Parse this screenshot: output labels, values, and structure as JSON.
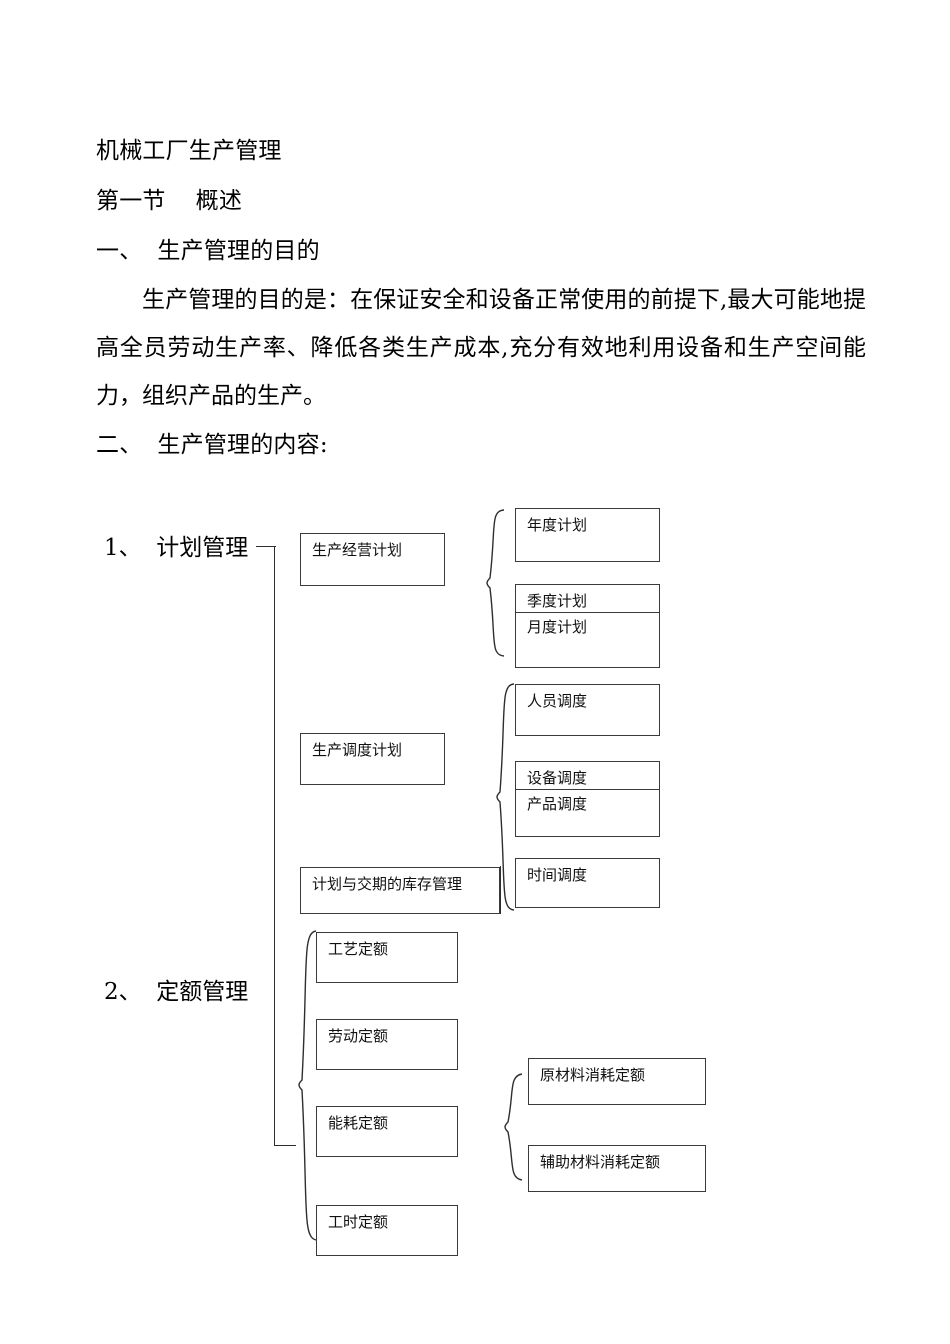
{
  "document": {
    "title": "机械工厂生产管理",
    "section_heading": "第一节    概述",
    "item_one_heading": "一、  生产管理的目的",
    "paragraph": "生产管理的目的是：在保证安全和设备正常使用的前提下,最大可能地提高全员劳动生产率、降低各类生产成本,充分有效地利用设备和生产空间能力，组织产品的生产。",
    "item_two_heading": "二、  生产管理的内容:"
  },
  "diagram": {
    "groups": [
      {
        "id": "plan-management",
        "label": "1、  计划管理"
      },
      {
        "id": "quota-management",
        "label": "2、  定额管理"
      }
    ],
    "nodes": {
      "production_operation_plan": "生产经营计划",
      "annual_plan": "年度计划",
      "quarterly_plan": "季度计划",
      "monthly_plan": "月度计划",
      "production_scheduling_plan": "生产调度计划",
      "personnel_scheduling": "人员调度",
      "equipment_scheduling": "设备调度",
      "product_scheduling": "产品调度",
      "time_scheduling": "时间调度",
      "inventory_management": "计划与交期的库存管理",
      "process_quota": "工艺定额",
      "labor_quota": "劳动定额",
      "energy_quota": "能耗定额",
      "working_hour_quota": "工时定额",
      "raw_material_consumption_quota": "原材料消耗定额",
      "auxiliary_material_consumption_quota": "辅助材料消耗定额"
    }
  }
}
